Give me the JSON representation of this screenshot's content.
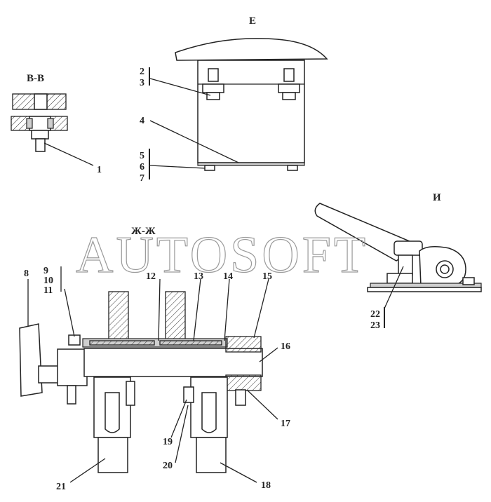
{
  "sections": {
    "bb": "В-В",
    "e": "Е",
    "zhzh": "Ж-Ж",
    "i": "И"
  },
  "watermark": "AUTOSOFT",
  "callouts": {
    "c1": "1",
    "c2": "2",
    "c3": "3",
    "c4": "4",
    "c5": "5",
    "c6": "6",
    "c7": "7",
    "c8": "8",
    "c9": "9",
    "c10": "10",
    "c11": "11",
    "c12": "12",
    "c13": "13",
    "c14": "14",
    "c15": "15",
    "c16": "16",
    "c17": "17",
    "c18": "18",
    "c19": "19",
    "c20": "20",
    "c21": "21",
    "c22": "22",
    "c23": "23"
  }
}
